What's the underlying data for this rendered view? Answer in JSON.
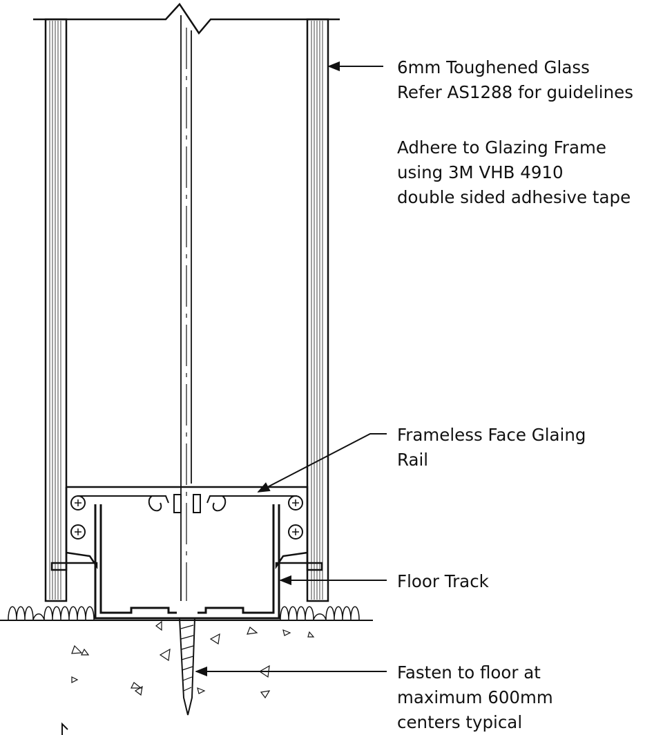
{
  "labels": {
    "glass_line1": "6mm Toughened Glass",
    "glass_line2": "Refer AS1288 for guidelines",
    "adhere_line1": "Adhere to Glazing Frame",
    "adhere_line2": "using 3M VHB 4910",
    "adhere_line3": "double sided adhesive tape",
    "rail_line1": "Frameless Face Glaing",
    "rail_line2": "Rail",
    "floor_track": "Floor Track",
    "fasten_line1": "Fasten to floor at",
    "fasten_line2": "maximum 600mm",
    "fasten_line3": "centers typical"
  },
  "colors": {
    "line": "#111111",
    "background": "#ffffff"
  }
}
